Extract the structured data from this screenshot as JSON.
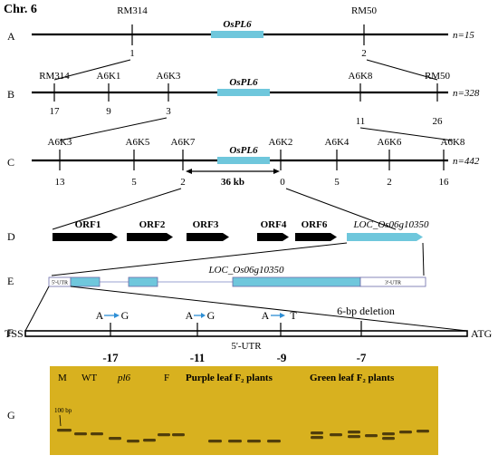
{
  "chromosome": "Chr. 6",
  "panel_letters": [
    "A",
    "B",
    "C",
    "D",
    "E",
    "F",
    "G"
  ],
  "gene_name": "OsPL6",
  "row_a": {
    "markers": [
      "RM314",
      "RM50"
    ],
    "counts": [
      "1",
      "2"
    ],
    "n": "n=15"
  },
  "row_b": {
    "markers": [
      "RM314",
      "A6K1",
      "A6K3",
      "A6K8",
      "RM50"
    ],
    "counts": [
      "17",
      "9",
      "3",
      "11",
      "26"
    ],
    "n": "n=328"
  },
  "row_c": {
    "markers": [
      "A6K3",
      "A6K5",
      "A6K7",
      "A6K2",
      "A6K4",
      "A6K6",
      "A6K8"
    ],
    "counts": [
      "13",
      "5",
      "2",
      "0",
      "5",
      "2",
      "16"
    ],
    "n": "n=442",
    "distance": "36 kb"
  },
  "row_d": {
    "orfs": [
      "ORF1",
      "ORF2",
      "ORF3",
      "ORF4",
      "ORF6"
    ],
    "locus": "LOC_Os06g10350"
  },
  "row_e": {
    "locus": "LOC_Os06g10350",
    "utr5": "5'-UTR",
    "utr3": "3'-UTR"
  },
  "row_f": {
    "left": "TSS",
    "right": "ATG",
    "center": "5'-UTR",
    "mutations": [
      {
        "from": "A",
        "to": "G",
        "pos": "-17"
      },
      {
        "from": "A",
        "to": "G",
        "pos": "-11"
      },
      {
        "from": "A",
        "to": "T",
        "pos": "-9"
      },
      {
        "label": "6-bp deletion",
        "pos": "-7"
      }
    ]
  },
  "row_g": {
    "lanes": [
      "M",
      "WT",
      "pl6",
      "F"
    ],
    "group_purple": "Purple leaf F₂ plants",
    "group_green": "Green leaf F₂ plants",
    "ladder": "100 bp"
  },
  "colors": {
    "gene": "#6fc7dc",
    "gel": "#d8b11f",
    "arrow": "#2e8fd6"
  }
}
